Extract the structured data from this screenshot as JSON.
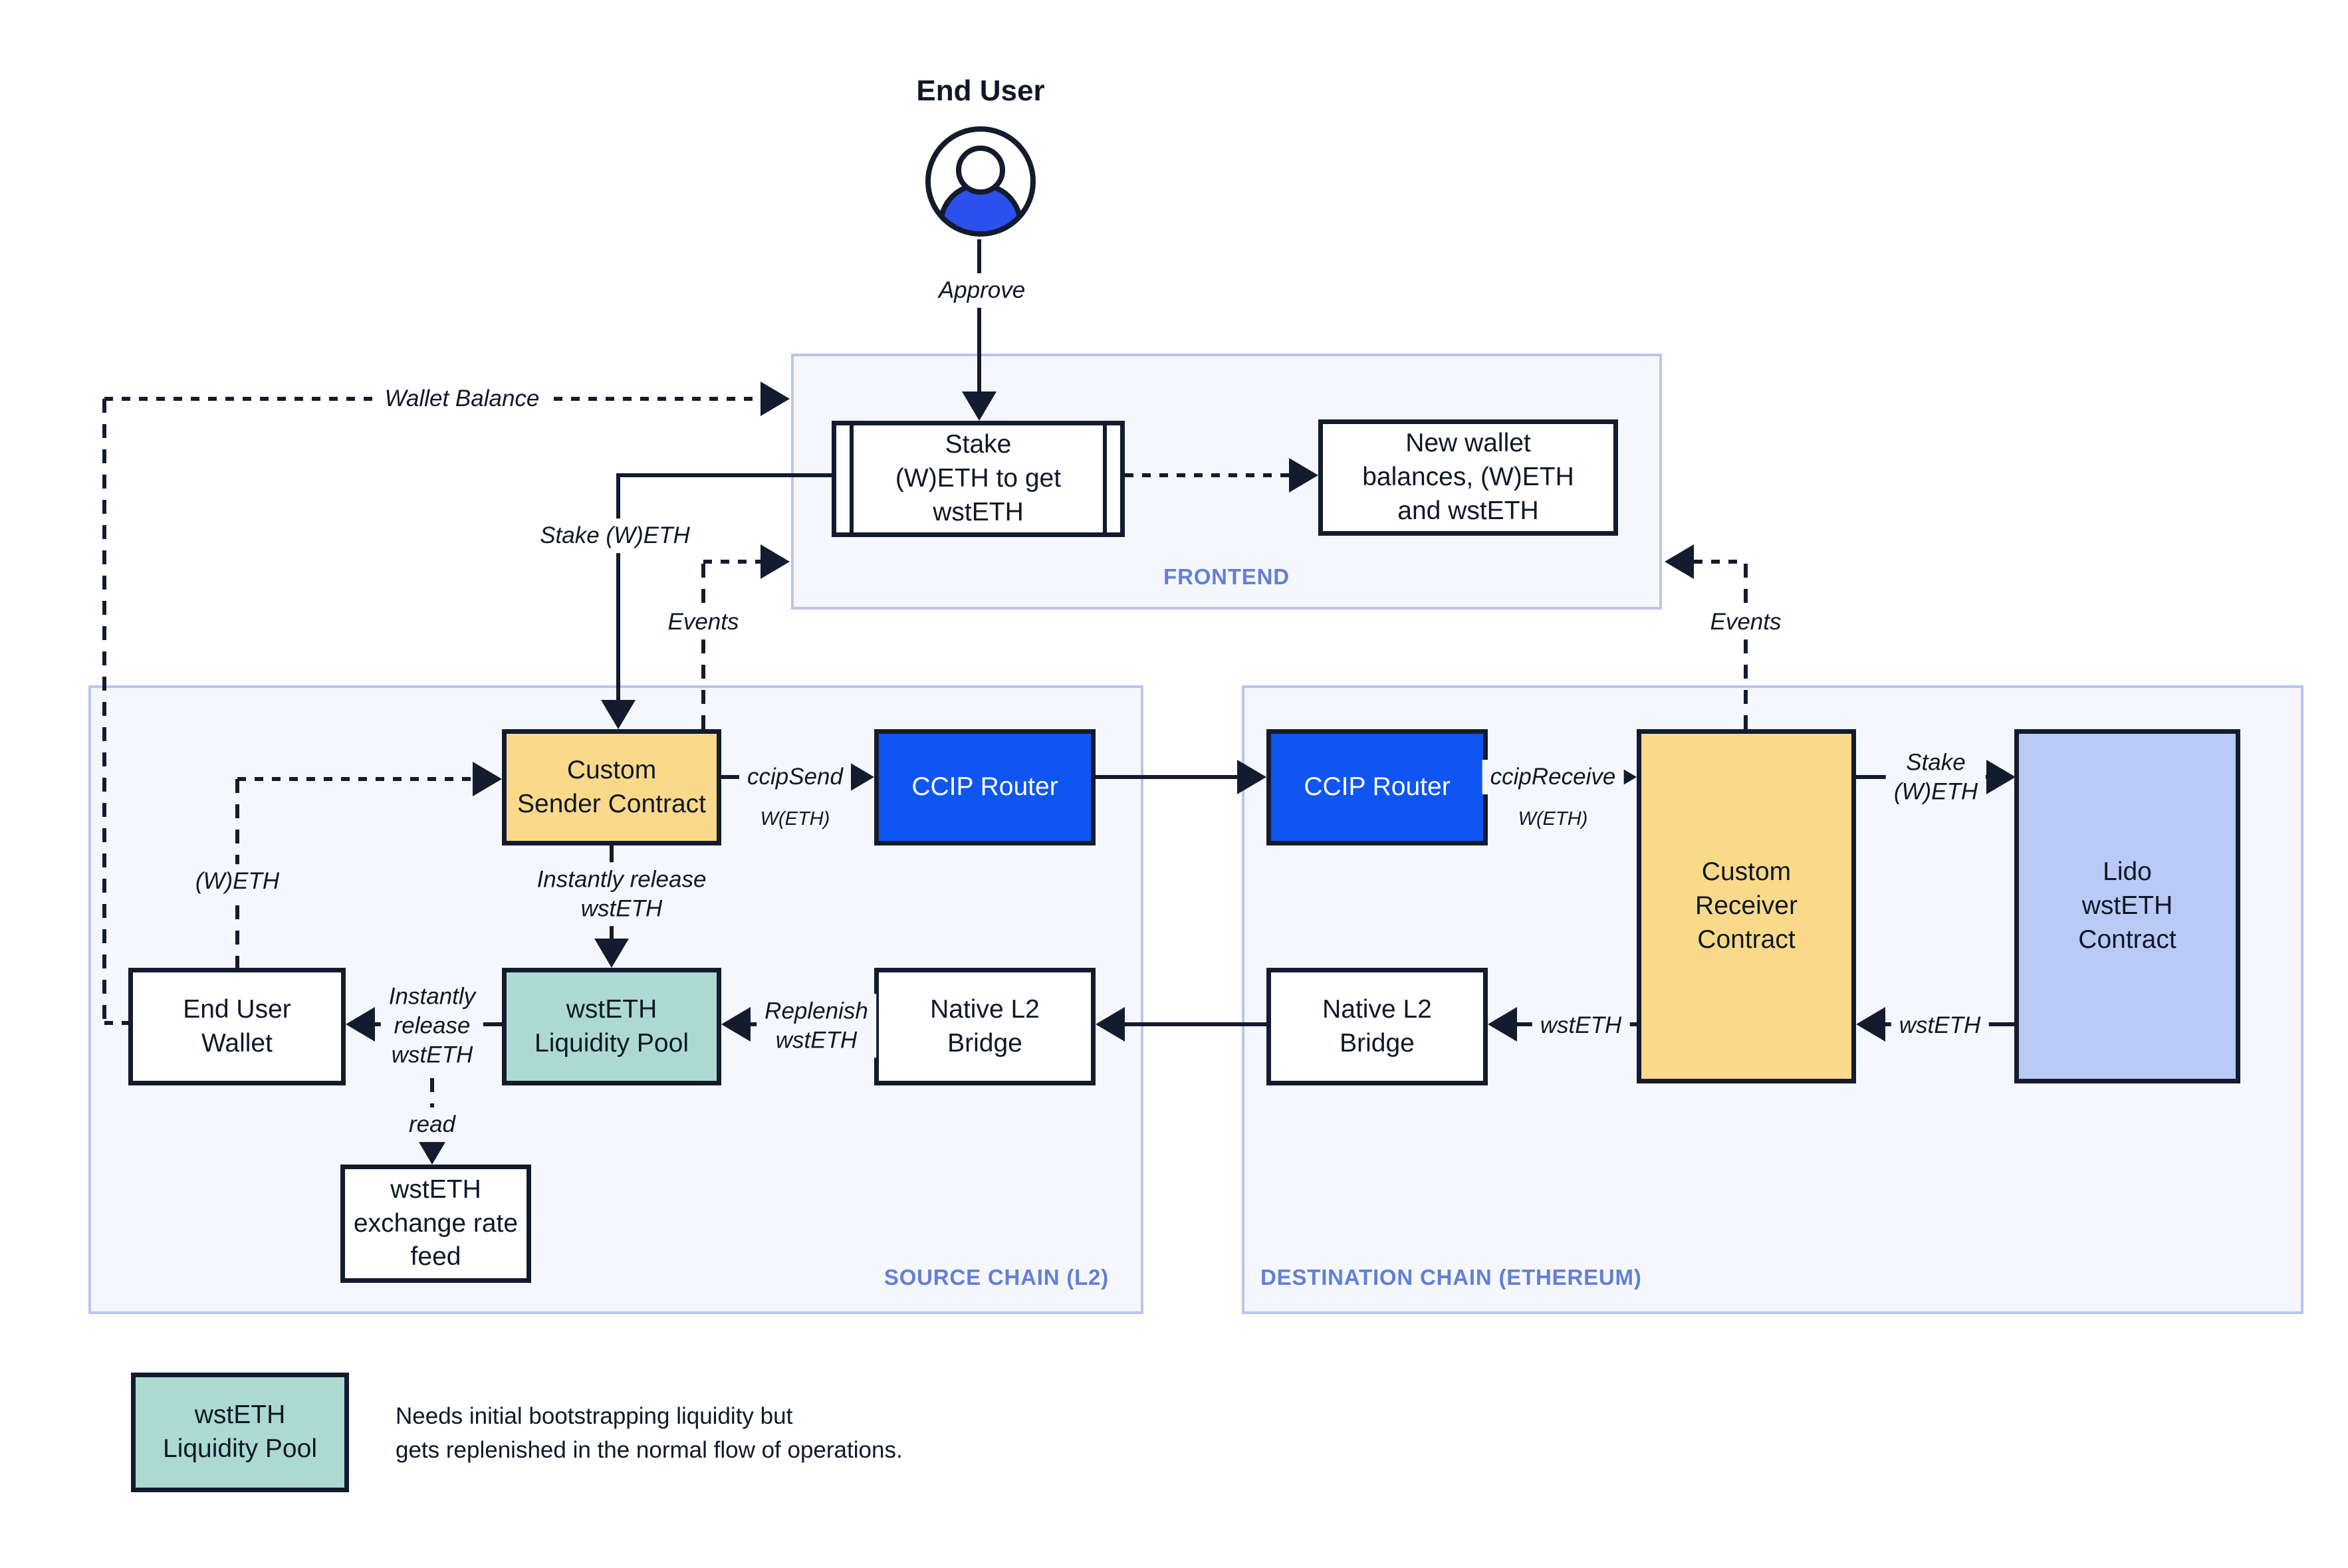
{
  "actor": {
    "name": "End User",
    "icon": "person-icon"
  },
  "regions": {
    "frontend": {
      "label": "FRONTEND"
    },
    "source": {
      "label": "SOURCE CHAIN (L2)"
    },
    "destination": {
      "label": "DESTINATION CHAIN (ETHEREUM)"
    }
  },
  "nodes": {
    "stake_cta": {
      "label": "Stake\n(W)ETH to get\nwstETH",
      "shape": "predefined-process"
    },
    "new_wallet": {
      "label": "New wallet\nbalances, (W)ETH\nand wstETH"
    },
    "custom_sender": {
      "label": "Custom\nSender Contract",
      "color": "yellow"
    },
    "ccip_router_l": {
      "label": "CCIP Router",
      "color": "blue"
    },
    "ccip_router_r": {
      "label": "CCIP Router",
      "color": "blue"
    },
    "custom_receiver": {
      "label": "Custom\nReceiver\nContract",
      "color": "yellow"
    },
    "lido": {
      "label": "Lido\nwstETH\nContract",
      "color": "lavender"
    },
    "end_user_wallet": {
      "label": "End User\nWallet"
    },
    "liquidity_pool": {
      "label": "wstETH\nLiquidity Pool",
      "color": "teal"
    },
    "bridge_l": {
      "label": "Native L2\nBridge"
    },
    "bridge_r": {
      "label": "Native L2\nBridge"
    },
    "exchange_feed": {
      "label": "wstETH\nexchange rate\nfeed"
    }
  },
  "edges": {
    "approve": {
      "label": "Approve"
    },
    "wallet_balance": {
      "label": "Wallet Balance"
    },
    "stake_weth_left": {
      "label": "Stake (W)ETH"
    },
    "events_left": {
      "label": "Events"
    },
    "events_right": {
      "label": "Events"
    },
    "ccip_send": {
      "label": "ccipSend",
      "sub": "W(ETH)"
    },
    "ccip_receive": {
      "label": "ccipReceive",
      "sub": "W(ETH)"
    },
    "stake_weth_right": {
      "label": "Stake\n(W)ETH"
    },
    "weth": {
      "label": "(W)ETH"
    },
    "instant_release_v": {
      "label": "Instantly release\nwstETH"
    },
    "instant_release_h": {
      "label": "Instantly\nrelease\nwstETH"
    },
    "replenish": {
      "label": "Replenish\nwstETH"
    },
    "wsteth_mid": {
      "label": "wstETH"
    },
    "wsteth_right": {
      "label": "wstETH"
    },
    "read": {
      "label": "read"
    }
  },
  "legend": {
    "swatch_label": "wstETH\nLiquidity Pool",
    "note": "Needs initial bootstrapping liquidity but\ngets replenished in the normal flow of operations."
  },
  "colors": {
    "ink": "#0F1828",
    "box_border": "#131C2E",
    "accent_blue": "#0E55F2",
    "avatar_blue": "#2A50EE",
    "yellow": "#FBD98A",
    "teal": "#ACDAD2",
    "lavender": "#BACAF7",
    "region_bg": "#F5F7FC",
    "region_border": "#B9C5F2",
    "region_label": "#6280D6"
  }
}
